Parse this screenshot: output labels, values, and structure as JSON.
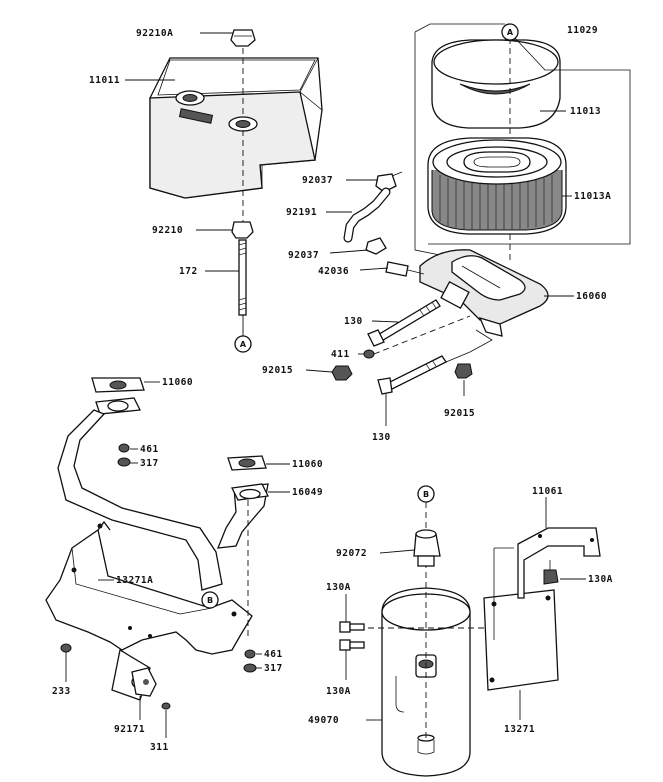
{
  "labels": {
    "p92210A": "92210A",
    "p11011": "11011",
    "p11029": "11029",
    "p11013": "11013",
    "p11013A": "11013A",
    "p92037a": "92037",
    "p92191": "92191",
    "p92210": "92210",
    "p92037b": "92037",
    "p42036": "42036",
    "p172": "172",
    "p16060": "16060",
    "p130a": "130",
    "p411": "411",
    "p92015a": "92015",
    "p92015b": "92015",
    "p130b": "130",
    "p11060a": "11060",
    "p461a": "461",
    "p317a": "317",
    "p11060b": "11060",
    "p16049": "16049",
    "p11061": "11061",
    "p13271A": "13271A",
    "p92072": "92072",
    "p130A_a": "130A",
    "p130A_b": "130A",
    "p130A_c": "130A",
    "p461b": "461",
    "p317b": "317",
    "p233": "233",
    "p92171": "92171",
    "p311": "311",
    "p49070": "49070",
    "p13271": "13271"
  },
  "callouts": {
    "a_top": "A",
    "a_bottom": "A",
    "b_top": "B",
    "b_bottom": "B"
  }
}
